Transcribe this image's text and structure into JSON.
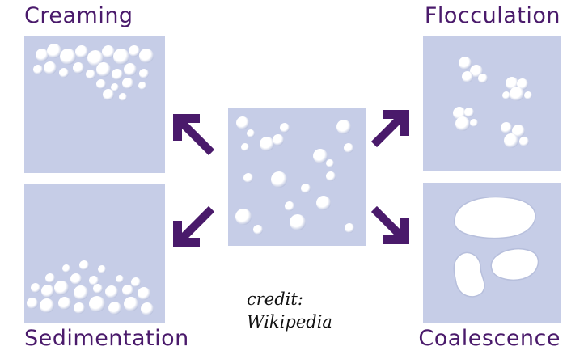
{
  "labels": {
    "creaming": "Creaming",
    "flocculation": "Flocculation",
    "sedimentation": "Sedimentation",
    "coalescence": "Coalescence"
  },
  "credit": {
    "line1": "credit:",
    "line2": "Wikipedia"
  },
  "colors": {
    "panel": "#c6cde7",
    "arrow": "#4a1a6b",
    "droplet": "#ffffff",
    "label": "#4a1a6b"
  },
  "icons": [
    "arrow-up-left-icon",
    "arrow-up-right-icon",
    "arrow-down-left-icon",
    "arrow-down-right-icon"
  ]
}
